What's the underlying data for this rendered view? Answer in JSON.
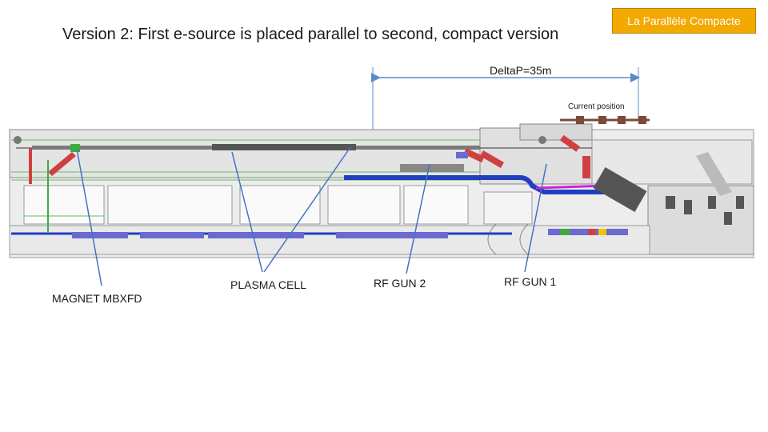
{
  "title": "Version 2: First e-source is placed parallel to second, compact version",
  "badge": "La Parallèle Compacte",
  "dimension_label": "DeltaP=35m",
  "current_position_label": "Current position",
  "callouts": {
    "magnet": "MAGNET MBXFD",
    "plasma_cell": "PLASMA CELL",
    "rf_gun_2": "RF GUN 2",
    "rf_gun_1": "RF GUN 1"
  },
  "colors": {
    "badge": "#f2a900",
    "dimension_line": "#5b8bc9",
    "callout_line": "#4472c4",
    "beamline_blue": "#1f3fbf",
    "magenta": "#d020d0",
    "red_component": "#d04040"
  }
}
